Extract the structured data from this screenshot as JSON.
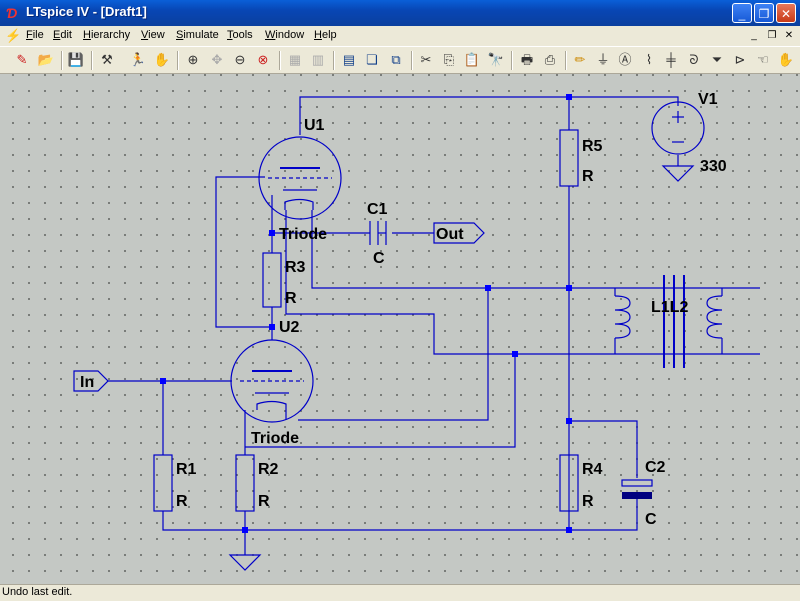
{
  "window": {
    "title": "LTspice IV - [Draft1]"
  },
  "menu": {
    "items": [
      "File",
      "Edit",
      "Hierarchy",
      "View",
      "Simulate",
      "Tools",
      "Window",
      "Help"
    ]
  },
  "toolbar": {
    "icons": [
      "new-schematic",
      "open",
      "save",
      "control-panel",
      "run",
      "halt",
      "zoom-in",
      "pan",
      "zoom-out",
      "cancel-zoom",
      "autorange",
      "view-spice",
      "tile",
      "cascade",
      "close-window",
      "cut",
      "copy",
      "paste",
      "find",
      "print-setup",
      "print",
      "draw-wire",
      "ground",
      "label-net",
      "resistor",
      "capacitor",
      "inductor",
      "diode",
      "component",
      "move",
      "drag"
    ]
  },
  "schematic": {
    "components": {
      "u1": {
        "name": "U1",
        "value": "Triode"
      },
      "u2": {
        "name": "U2",
        "value": "Triode"
      },
      "c1": {
        "name": "C1",
        "value": "C"
      },
      "c2": {
        "name": "C2",
        "value": "C"
      },
      "r1": {
        "name": "R1",
        "value": "R"
      },
      "r2": {
        "name": "R2",
        "value": "R"
      },
      "r3": {
        "name": "R3",
        "value": "R"
      },
      "r4": {
        "name": "R4",
        "value": "R"
      },
      "r5": {
        "name": "R5",
        "value": "R"
      },
      "v1": {
        "name": "V1",
        "value": "330"
      },
      "l1l2": {
        "name": "L1L2"
      }
    },
    "ports": {
      "in": "In",
      "out": "Out"
    }
  },
  "status": {
    "text": "Undo last edit."
  },
  "colors": {
    "wire": "#0000c8",
    "junction": "#0000ff",
    "grid_dot": "#6a6e6a",
    "background": "#c4c8c4"
  }
}
